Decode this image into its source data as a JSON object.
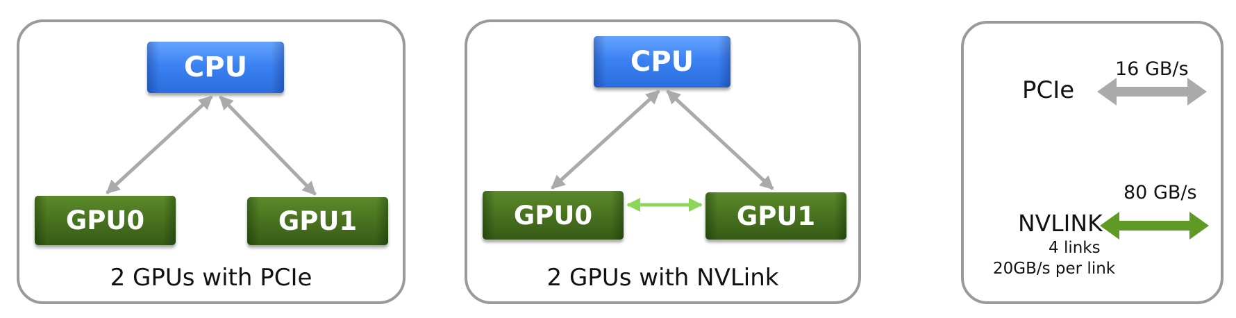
{
  "diagrams": [
    {
      "cpu_label": "CPU",
      "gpu0_label": "GPU0",
      "gpu1_label": "GPU1",
      "caption": "2 GPUs with PCIe",
      "gpu_gpu_link": false
    },
    {
      "cpu_label": "CPU",
      "gpu0_label": "GPU0",
      "gpu1_label": "GPU1",
      "caption": "2 GPUs with NVLink",
      "gpu_gpu_link": true
    }
  ],
  "legend": {
    "pcie": {
      "label": "PCIe",
      "bandwidth": "16 GB/s"
    },
    "nvlink": {
      "label": "NVLINK",
      "bandwidth": "80 GB/s",
      "links": "4 links",
      "per_link": "20GB/s per link"
    }
  },
  "colors": {
    "panel_border": "#9a9a9a",
    "cpu_fill": "#3c82f2",
    "gpu_fill": "#4a7420",
    "pcie_arrow": "#aaaaaa",
    "nvlink_arrow_diagram": "#8ed65a",
    "nvlink_arrow_legend": "#5f9a25"
  }
}
